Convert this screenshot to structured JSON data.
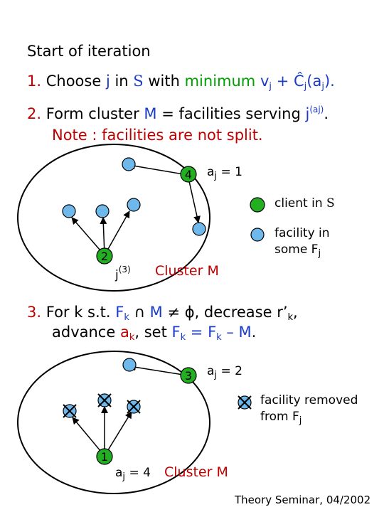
{
  "title": "Start of iteration",
  "step1": {
    "num": "1.",
    "pre": "Choose ",
    "j": "j",
    "in": " in ",
    "S": "S",
    "with": " with ",
    "minimum": "minimum",
    "v": "v",
    "vsub": "j",
    "plus": " + ",
    "C": "Ĉ",
    "csub": "j",
    "paren": "(a",
    "asub": "j",
    "close": ")."
  },
  "step2": {
    "num": "2.",
    "pre": "Form cluster ",
    "M": "M",
    "mid": " = facilities serving ",
    "j": "j",
    "sup": "(aj)",
    "dot": ".",
    "note": "Note : facilities are not split."
  },
  "diagram1": {
    "node_big": "4",
    "node_small": "2",
    "aj_label": "a",
    "aj_sub": "j",
    "aj_val": " = 1",
    "j3": "j",
    "j3_sup": "(3)",
    "cluster": "Cluster M"
  },
  "legend": {
    "client": "client in ",
    "client_S": "S",
    "facility": "facility in",
    "facility2": "some F",
    "facility2_sub": "j",
    "removed1": "facility removed",
    "removed2": "from  F",
    "removed2_sub": "j"
  },
  "step3": {
    "num": "3.",
    "pre": "For k s.t. ",
    "F": "F",
    "Fsub": "k",
    "cap": " ∩ ",
    "M": "M",
    "neq": " ≠ ",
    "phi": "ϕ",
    "post": ", decrease r’",
    "rsub": "k",
    "comma": ",",
    "line2a": "advance ",
    "a": "a",
    "asub": "k",
    "line2b": ", set ",
    "F2": "F",
    "F2sub": "k",
    "eq": " = ",
    "F3": "F",
    "F3sub": "k",
    "minus": " – ",
    "M2": "M",
    "end": "."
  },
  "diagram2": {
    "node_big": "3",
    "node_small": "1",
    "aj_label": "a",
    "aj_sub": "j",
    "aj_val": " = 2",
    "aj2_label": "a",
    "aj2_sub": "j",
    "aj2_val": " = 4",
    "cluster": "Cluster M"
  },
  "footer": "Theory Seminar, 04/2002",
  "colors": {
    "facility": "#6fb8ec",
    "client": "#22b022",
    "red": "#c00000",
    "blue": "#1a3cc8",
    "green": "#00a000"
  }
}
